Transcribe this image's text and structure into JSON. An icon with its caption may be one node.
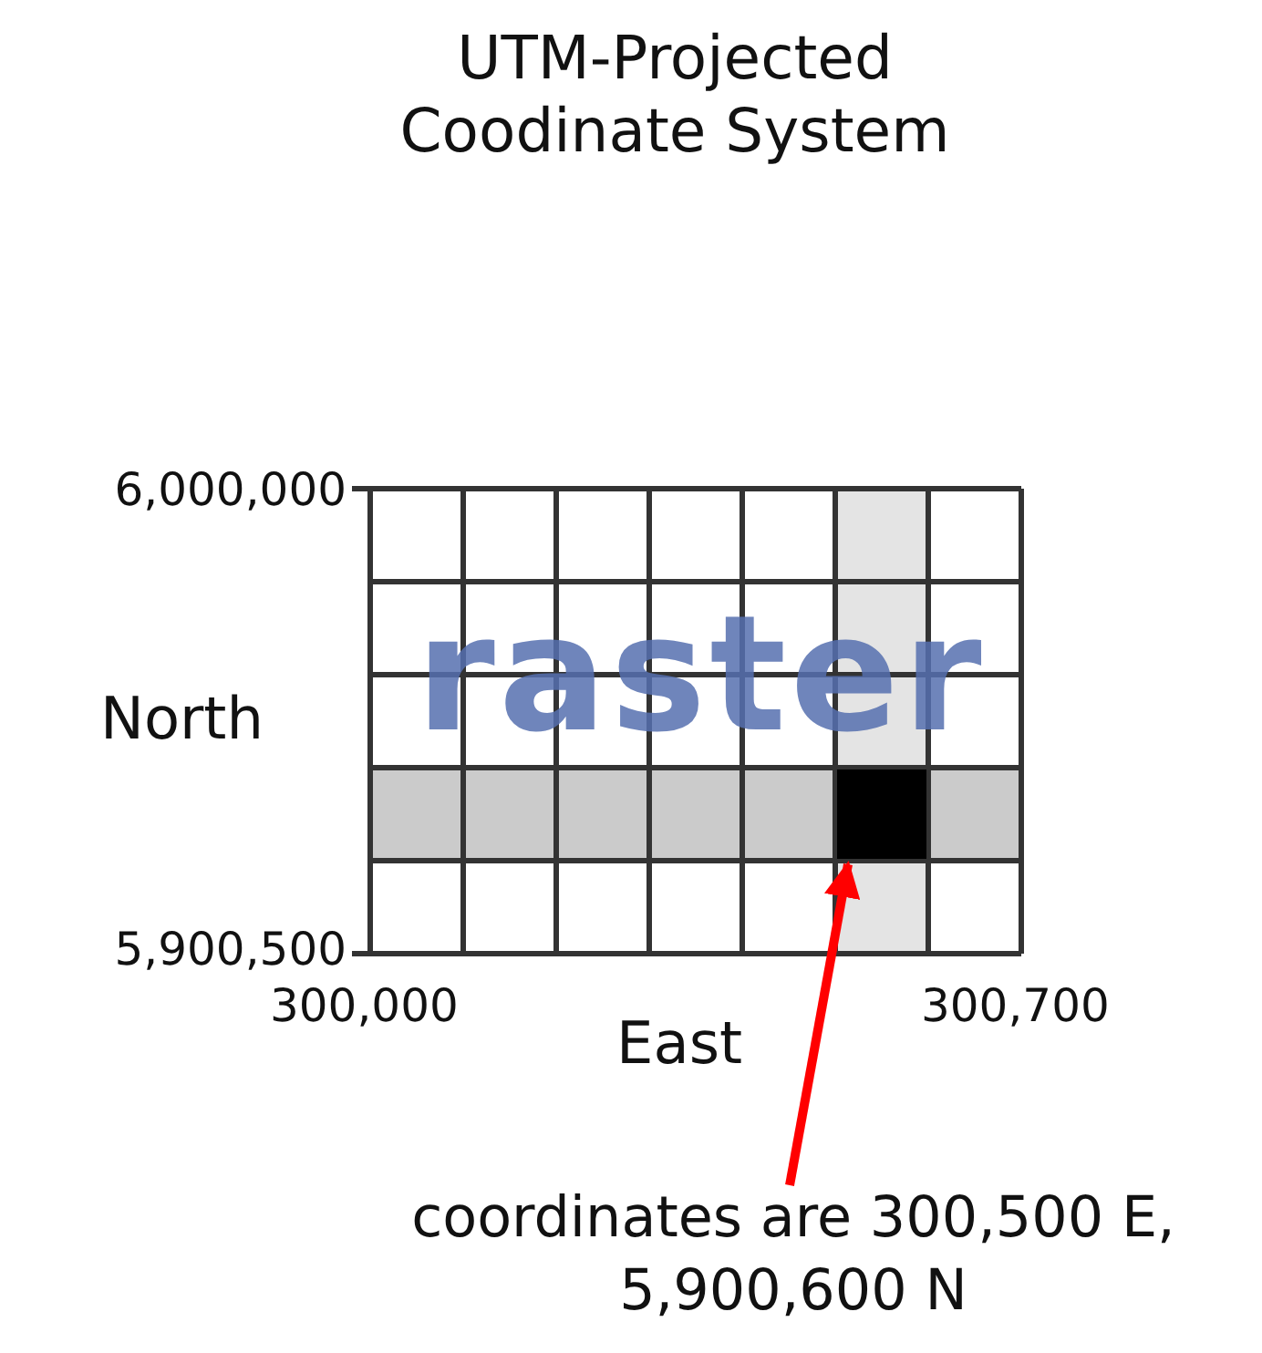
{
  "diagram": {
    "title": "UTM-Projected Coodinate System",
    "nodes": [
      {
        "text": [
          "coordinates are 300,500 E, 5,900,600 N"
        ]
      },
      {
        "text": [],
        "shape": "box"
      }
    ],
    "edges": [
      {
        "from": 0,
        "to": 1,
        "arrow": "to",
        "color": "#ff0000"
      }
    ],
    "labels": [
      "6,000,000",
      "raster",
      "North",
      "5,900,500",
      "300,000",
      "300,700",
      "East"
    ]
  }
}
